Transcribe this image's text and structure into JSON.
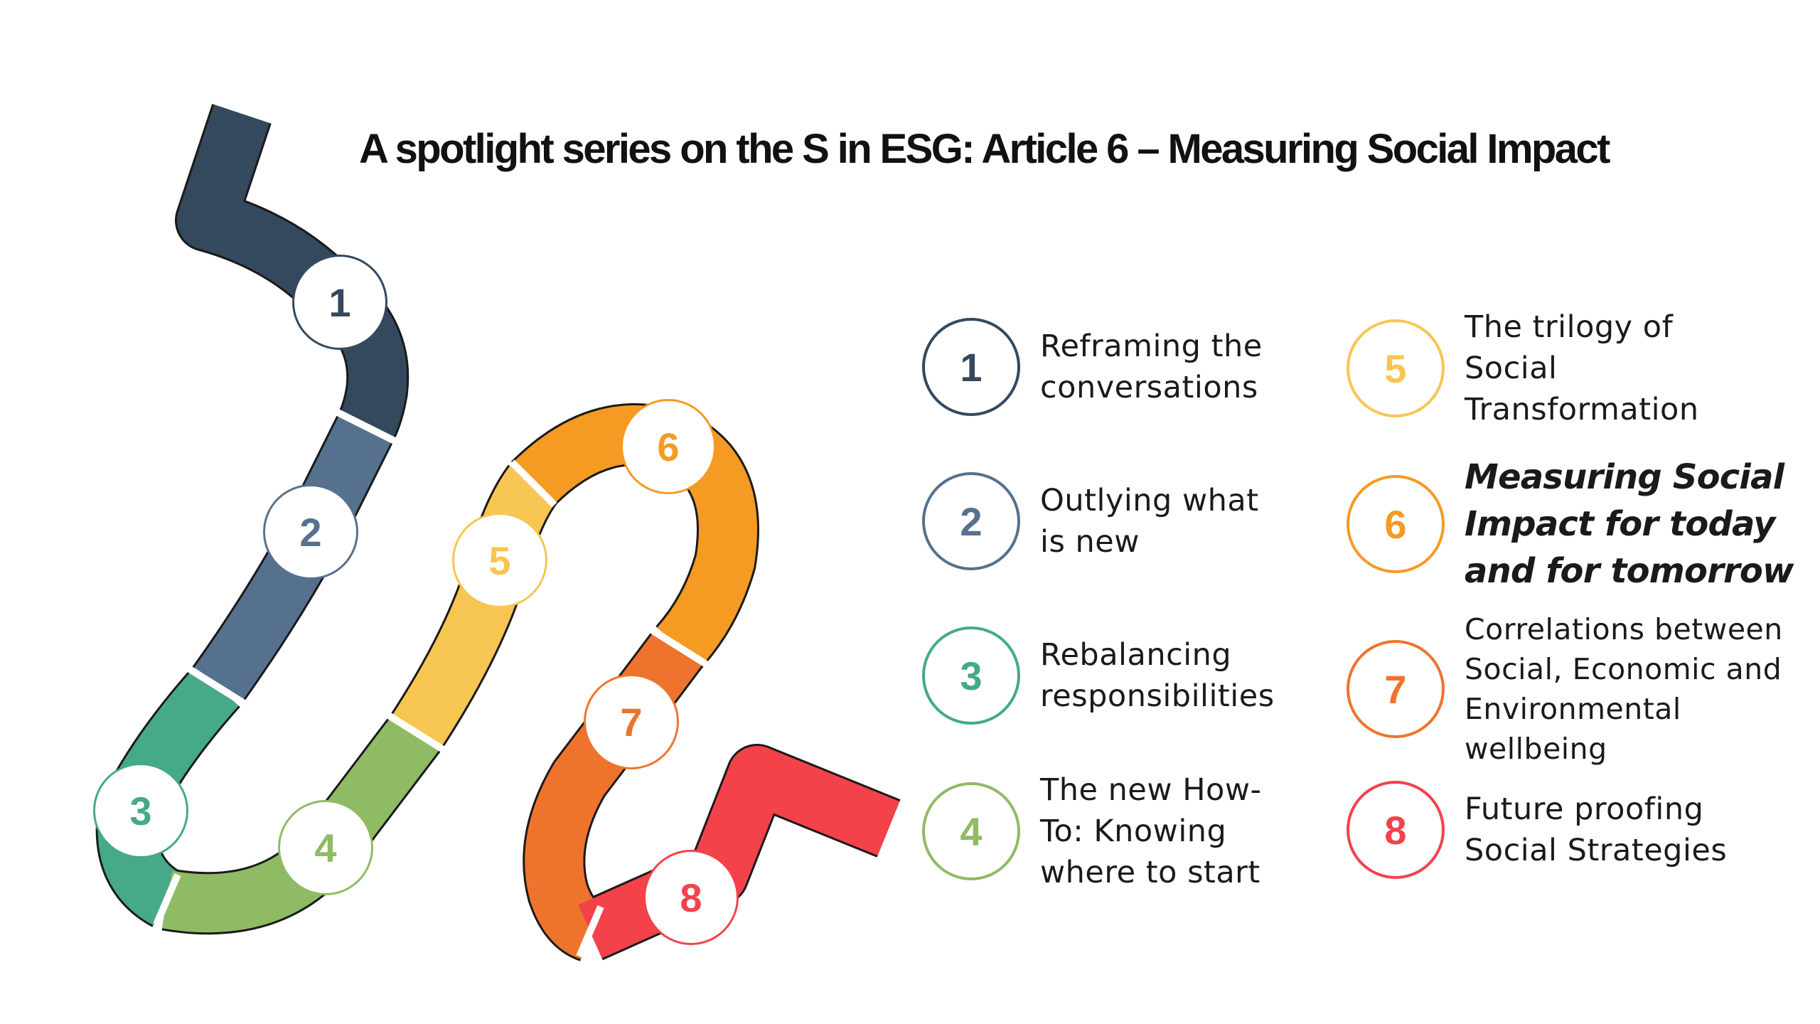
{
  "title": "A spotlight series on the S in ESG: Article 6 – Measuring Social Impact",
  "colors": {
    "c1": "#34495e",
    "c2": "#56718d",
    "c3": "#45a98a",
    "c4": "#8fbb64",
    "c5": "#f7c652",
    "c6": "#f59a23",
    "c7": "#ee742d",
    "c8": "#f3424a"
  },
  "steps": [
    {
      "number": "1",
      "lines": [
        "Reframing the",
        "conversations"
      ],
      "color": "#34495e",
      "emphasis": false
    },
    {
      "number": "2",
      "lines": [
        "Outlying what",
        "is new"
      ],
      "color": "#56718d",
      "emphasis": false
    },
    {
      "number": "3",
      "lines": [
        "Rebalancing",
        "responsibilities"
      ],
      "color": "#45a98a",
      "emphasis": false
    },
    {
      "number": "4",
      "lines": [
        "The new How-",
        "To: Knowing",
        "where to start"
      ],
      "color": "#8fbb64",
      "emphasis": false
    },
    {
      "number": "5",
      "lines": [
        "The trilogy of",
        "Social",
        "Transformation"
      ],
      "color": "#f7c652",
      "emphasis": false
    },
    {
      "number": "6",
      "lines": [
        "Measuring Social",
        "Impact for today",
        "and for tomorrow"
      ],
      "color": "#f59a23",
      "emphasis": true
    },
    {
      "number": "7",
      "lines": [
        "Correlations between",
        "Social, Economic and",
        "Environmental",
        "wellbeing"
      ],
      "color": "#ee742d",
      "emphasis": false
    },
    {
      "number": "8",
      "lines": [
        "Future proofing",
        "Social Strategies"
      ],
      "color": "#f3424a",
      "emphasis": false
    }
  ]
}
